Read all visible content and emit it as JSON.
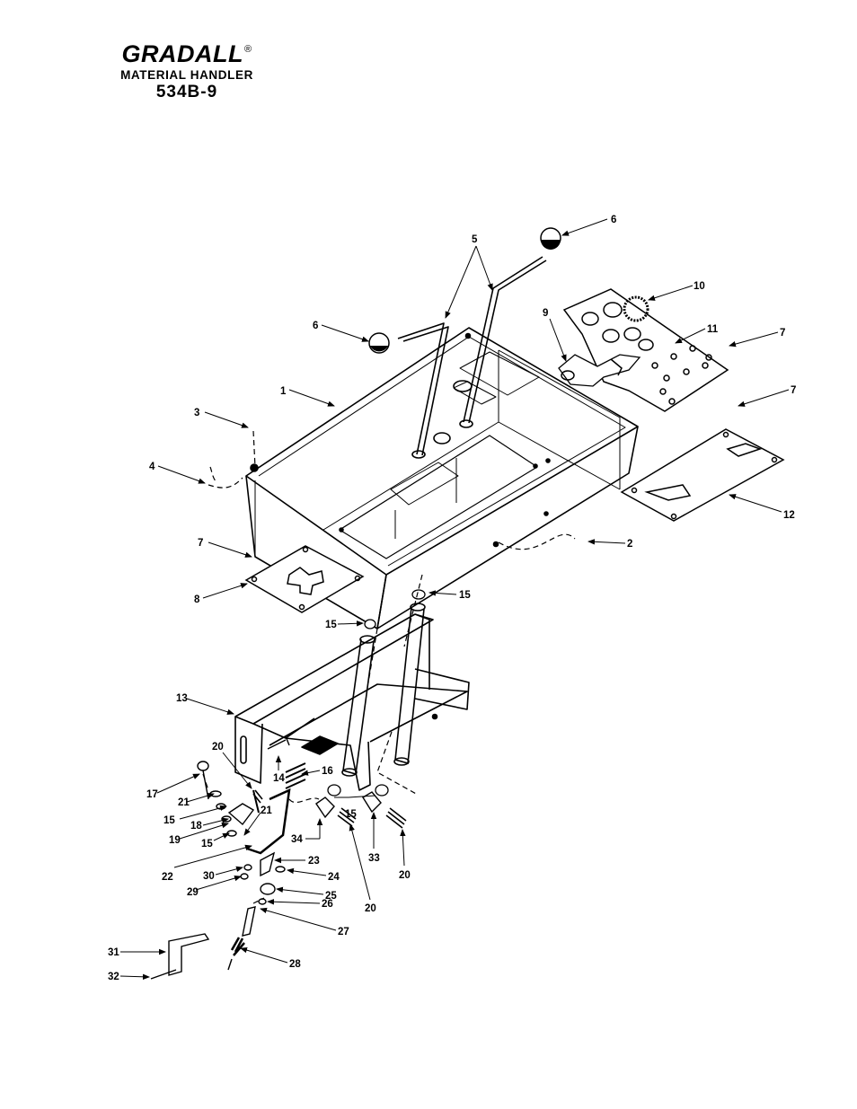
{
  "header": {
    "brand": "GRADALL",
    "registered": "®",
    "subtitle": "MATERIAL HANDLER",
    "model": "534B-9"
  },
  "callouts": [
    {
      "id": "c1",
      "label": "1"
    },
    {
      "id": "c2",
      "label": "2"
    },
    {
      "id": "c3",
      "label": "3"
    },
    {
      "id": "c4",
      "label": "4"
    },
    {
      "id": "c5",
      "label": "5"
    },
    {
      "id": "c6a",
      "label": "6"
    },
    {
      "id": "c6b",
      "label": "6"
    },
    {
      "id": "c7a",
      "label": "7"
    },
    {
      "id": "c7b",
      "label": "7"
    },
    {
      "id": "c7c",
      "label": "7"
    },
    {
      "id": "c8",
      "label": "8"
    },
    {
      "id": "c9",
      "label": "9"
    },
    {
      "id": "c10",
      "label": "10"
    },
    {
      "id": "c11",
      "label": "11"
    },
    {
      "id": "c12",
      "label": "12"
    },
    {
      "id": "c13",
      "label": "13"
    },
    {
      "id": "c14",
      "label": "14"
    },
    {
      "id": "c15a",
      "label": "15"
    },
    {
      "id": "c15b",
      "label": "15"
    },
    {
      "id": "c15c",
      "label": "15"
    },
    {
      "id": "c15d",
      "label": "15"
    },
    {
      "id": "c15e",
      "label": "15"
    },
    {
      "id": "c16",
      "label": "16"
    },
    {
      "id": "c17",
      "label": "17"
    },
    {
      "id": "c18",
      "label": "18"
    },
    {
      "id": "c19",
      "label": "19"
    },
    {
      "id": "c20a",
      "label": "20"
    },
    {
      "id": "c20b",
      "label": "20"
    },
    {
      "id": "c20c",
      "label": "20"
    },
    {
      "id": "c21a",
      "label": "21"
    },
    {
      "id": "c21b",
      "label": "21"
    },
    {
      "id": "c22",
      "label": "22"
    },
    {
      "id": "c23",
      "label": "23"
    },
    {
      "id": "c24",
      "label": "24"
    },
    {
      "id": "c25",
      "label": "25"
    },
    {
      "id": "c26",
      "label": "26"
    },
    {
      "id": "c27",
      "label": "27"
    },
    {
      "id": "c28",
      "label": "28"
    },
    {
      "id": "c29",
      "label": "29"
    },
    {
      "id": "c30",
      "label": "30"
    },
    {
      "id": "c31",
      "label": "31"
    },
    {
      "id": "c32",
      "label": "32"
    },
    {
      "id": "c33",
      "label": "33"
    },
    {
      "id": "c34",
      "label": "34"
    }
  ]
}
